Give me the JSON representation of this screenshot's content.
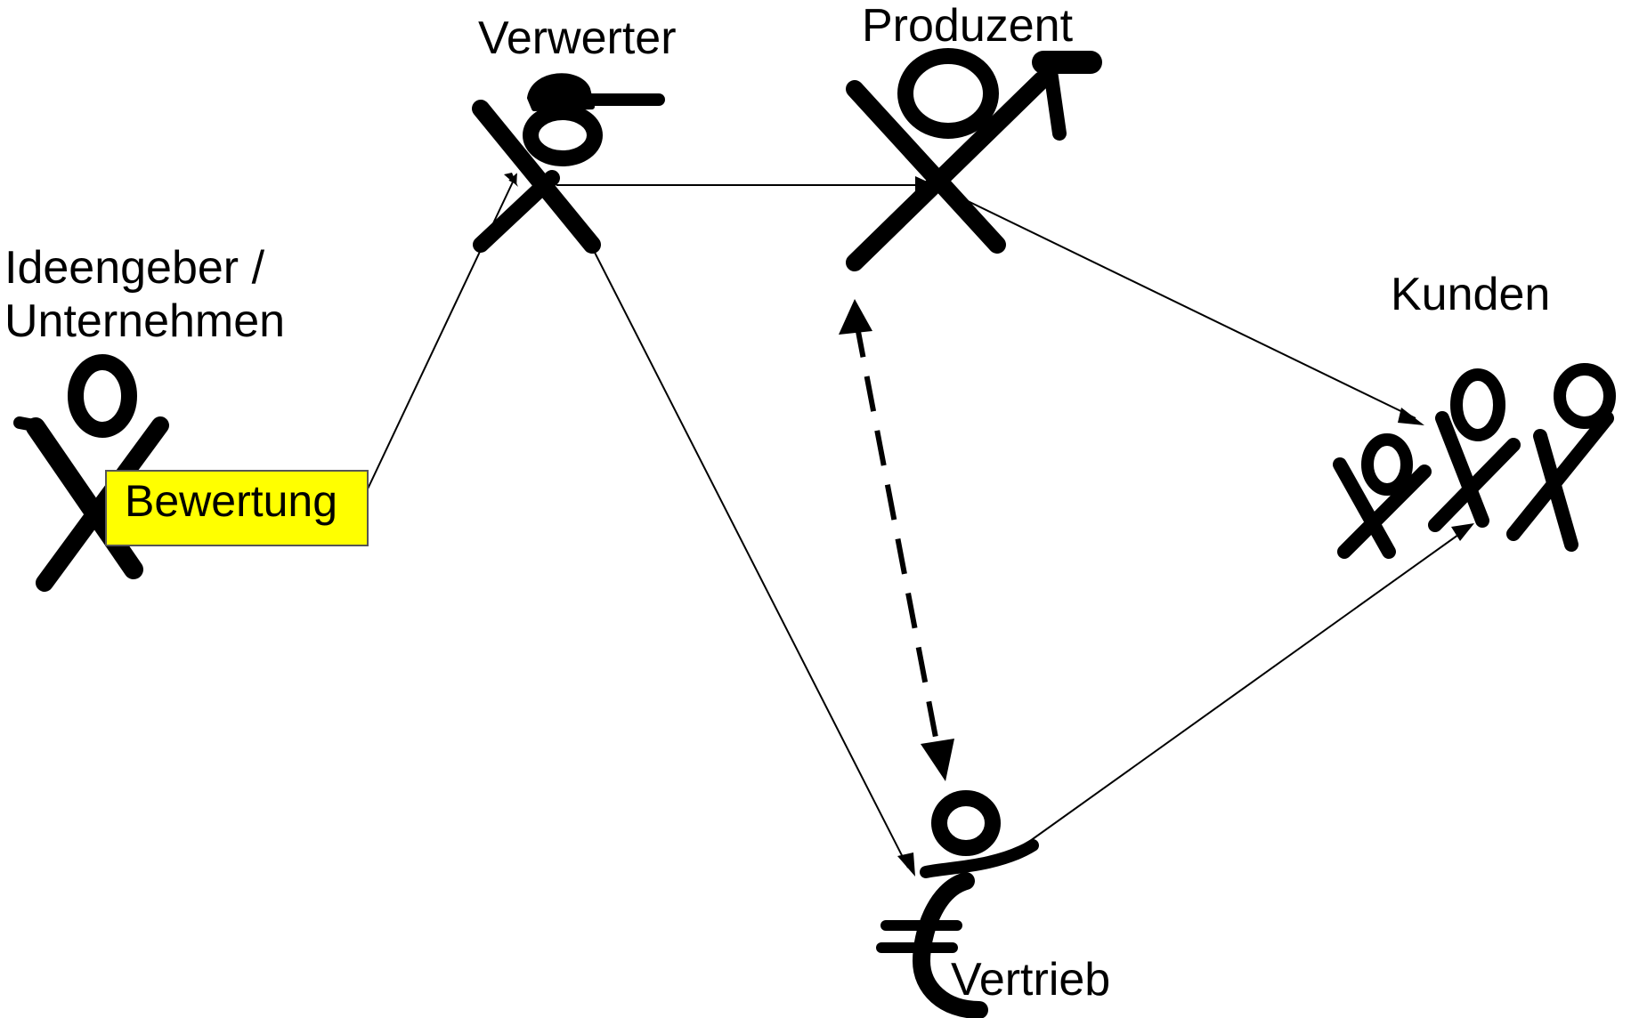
{
  "diagram": {
    "nodes": {
      "ideengeber": {
        "label": "Ideengeber /\nUnternehmen",
        "icon": "stick-figure-icon"
      },
      "verwerter": {
        "label": "Verwerter",
        "icon": "stick-figure-with-cap-icon"
      },
      "produzent": {
        "label": "Produzent",
        "icon": "stick-figure-with-hammer-icon"
      },
      "kunden": {
        "label": "Kunden",
        "icon": "stick-figure-group-icon"
      },
      "vertrieb": {
        "label": "Vertrieb",
        "icon": "stick-figure-euro-icon"
      }
    },
    "badge": {
      "label": "Bewertung",
      "color": "#ffff00"
    },
    "edges": [
      {
        "from": "ideengeber",
        "to": "verwerter",
        "style": "solid"
      },
      {
        "from": "verwerter",
        "to": "produzent",
        "style": "solid"
      },
      {
        "from": "verwerter",
        "to": "vertrieb",
        "style": "solid"
      },
      {
        "from": "produzent",
        "to": "kunden",
        "style": "solid"
      },
      {
        "from": "vertrieb",
        "to": "kunden",
        "style": "solid"
      },
      {
        "from": "produzent",
        "to": "vertrieb",
        "style": "dashed",
        "bidirectional": true
      }
    ]
  }
}
